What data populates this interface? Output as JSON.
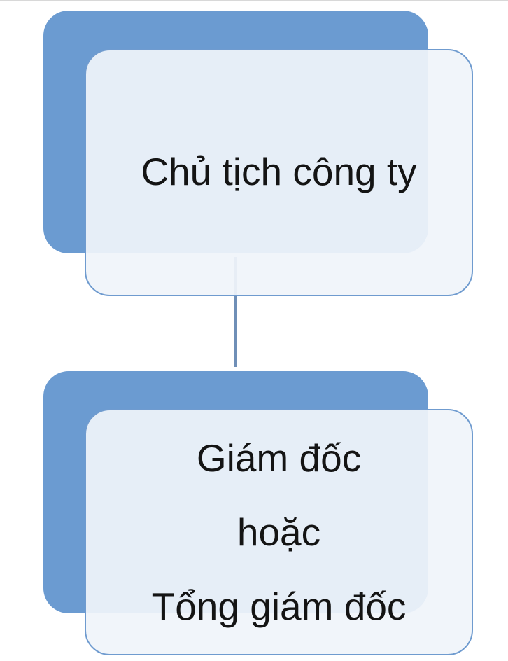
{
  "diagram": {
    "nodes": [
      {
        "id": "chairman",
        "lines": [
          "Chủ tịch công ty"
        ]
      },
      {
        "id": "director",
        "lines": [
          "Giám đốc",
          "hoặc",
          "Tổng giám đốc"
        ]
      }
    ],
    "edges": [
      {
        "from": "chairman",
        "to": "director"
      }
    ],
    "colors": {
      "back_fill": "#6b9bd1",
      "card_fill": "#f0f4fa",
      "card_border": "#6f9bcf",
      "connector": "#6f8fb7",
      "text": "#141414"
    }
  }
}
